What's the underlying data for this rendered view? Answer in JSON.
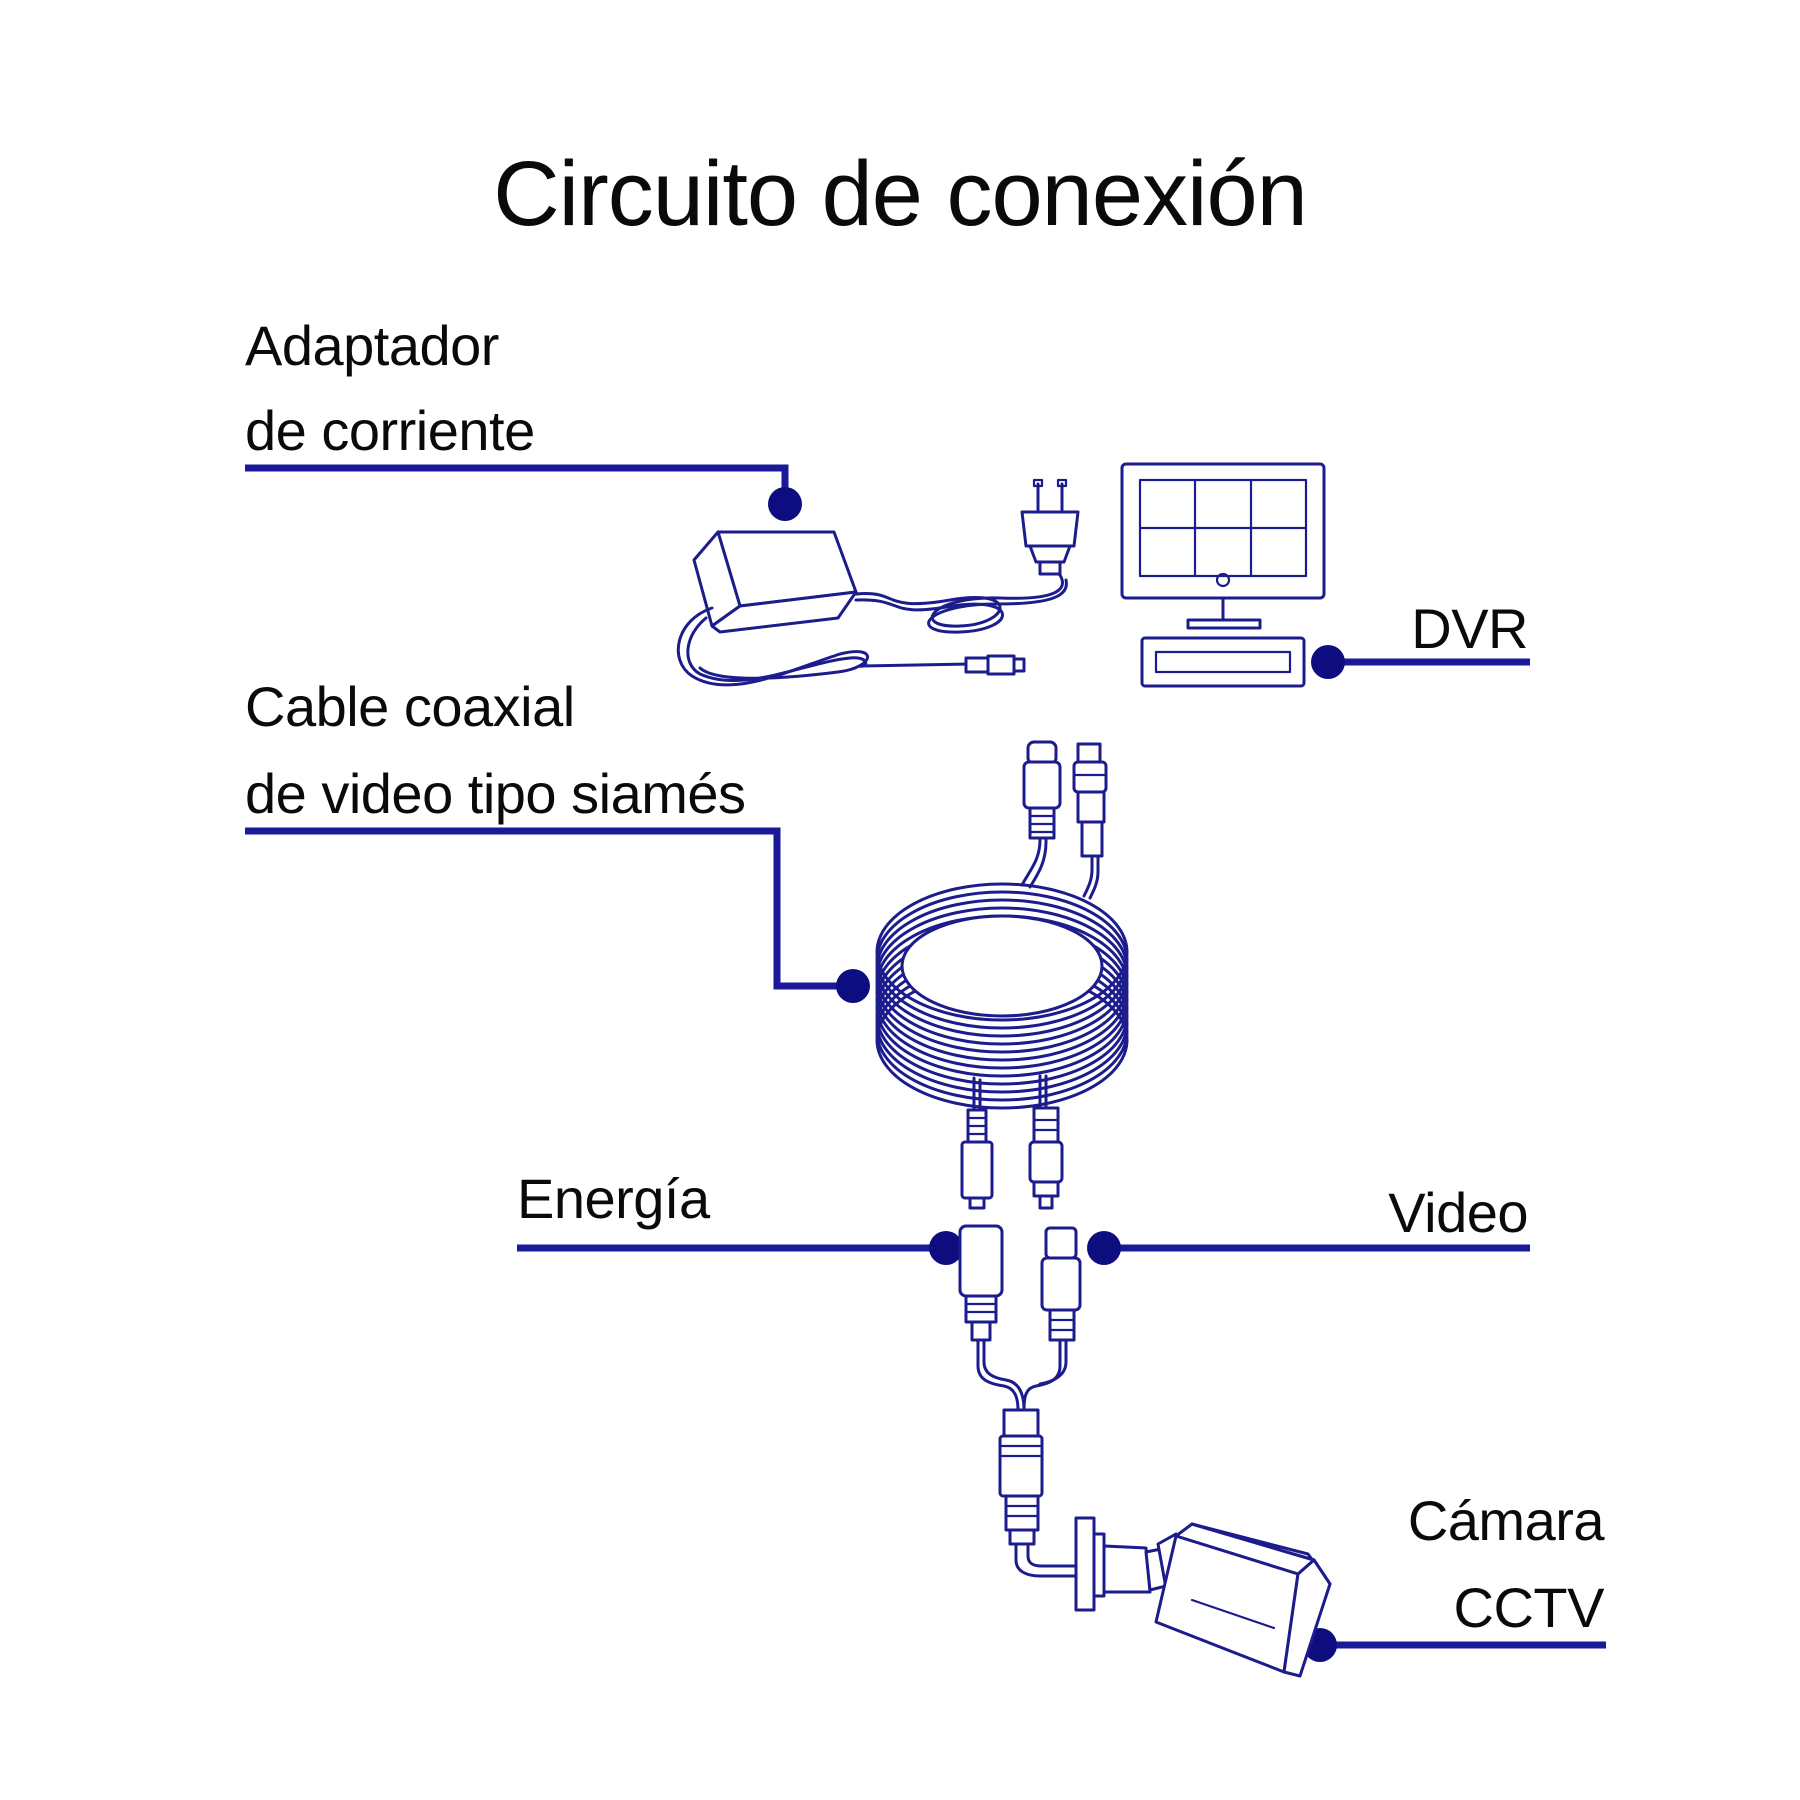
{
  "title": "Circuito de conexión",
  "labels": {
    "adapter": [
      "Adaptador",
      "de corriente"
    ],
    "dvr": "DVR",
    "cable": [
      "Cable coaxial",
      "de video tipo siamés"
    ],
    "energy": "Energía",
    "video": "Video",
    "camera": [
      "Cámara",
      "CCTV"
    ]
  },
  "colors": {
    "leader": "#1a1a99",
    "dot": "#0d0d80",
    "artwork": "#1c1c8c",
    "text": "#0a0a0a",
    "background": "#ffffff"
  }
}
